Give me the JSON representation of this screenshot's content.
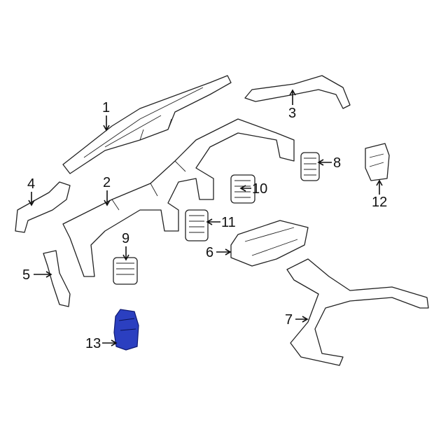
{
  "diagram": {
    "highlight_color": "#2b3fc0",
    "callouts": [
      {
        "label": "1",
        "part": "defroster-duct"
      },
      {
        "label": "2",
        "part": "dash-air-duct-main"
      },
      {
        "label": "3",
        "part": "side-duct-upper"
      },
      {
        "label": "4",
        "part": "side-duct-left"
      },
      {
        "label": "5",
        "part": "side-duct-lower-left"
      },
      {
        "label": "6",
        "part": "center-duct"
      },
      {
        "label": "7",
        "part": "floor-duct"
      },
      {
        "label": "8",
        "part": "vent-8"
      },
      {
        "label": "9",
        "part": "vent-9"
      },
      {
        "label": "10",
        "part": "vent-10"
      },
      {
        "label": "11",
        "part": "vent-11"
      },
      {
        "label": "12",
        "part": "vent-12"
      },
      {
        "label": "13",
        "part": "vent-13-highlighted"
      }
    ]
  }
}
